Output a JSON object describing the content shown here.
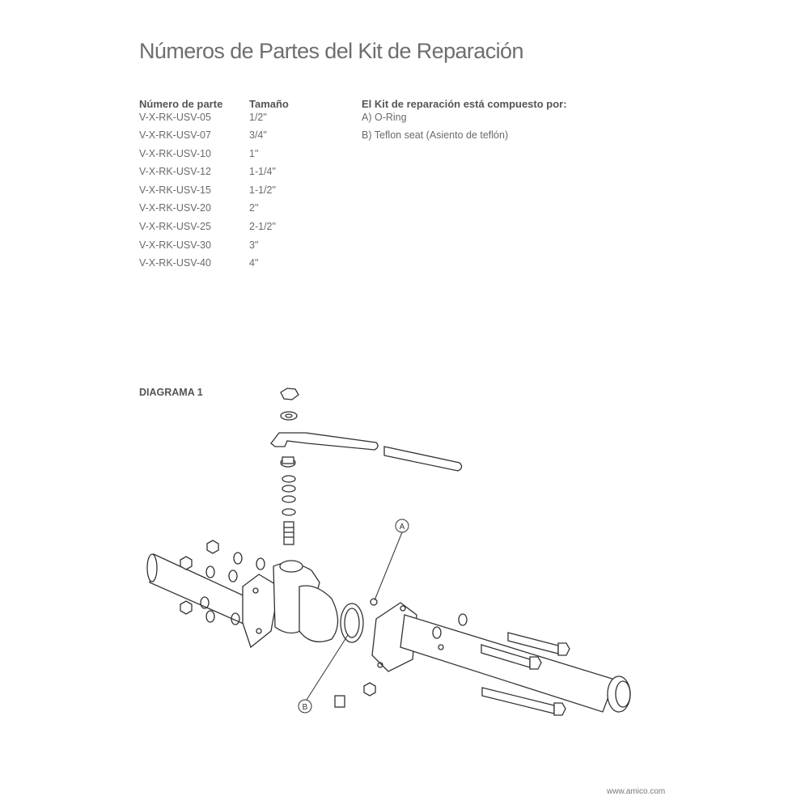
{
  "title": "Números de Partes del Kit de Reparación",
  "table": {
    "headers": [
      "Número de parte",
      "Tamaño"
    ],
    "rows": [
      [
        "V-X-RK-USV-05",
        "1/2\""
      ],
      [
        "V-X-RK-USV-07",
        "3/4\""
      ],
      [
        "V-X-RK-USV-10",
        "1\""
      ],
      [
        "V-X-RK-USV-12",
        "1-1/4\""
      ],
      [
        "V-X-RK-USV-15",
        "1-1/2\""
      ],
      [
        "V-X-RK-USV-20",
        "2\""
      ],
      [
        "V-X-RK-USV-25",
        "2-1/2\""
      ],
      [
        "V-X-RK-USV-30",
        "3\""
      ],
      [
        "V-X-RK-USV-40",
        "4\""
      ]
    ]
  },
  "kit": {
    "heading": "El Kit de reparación está compuesto por:",
    "items": [
      "A) O-Ring",
      "B) Teflon seat (Asiento de teflón)"
    ]
  },
  "diagram": {
    "label": "DIAGRAMA 1",
    "callouts": [
      "A",
      "B"
    ]
  },
  "footer": "www.amico.com"
}
